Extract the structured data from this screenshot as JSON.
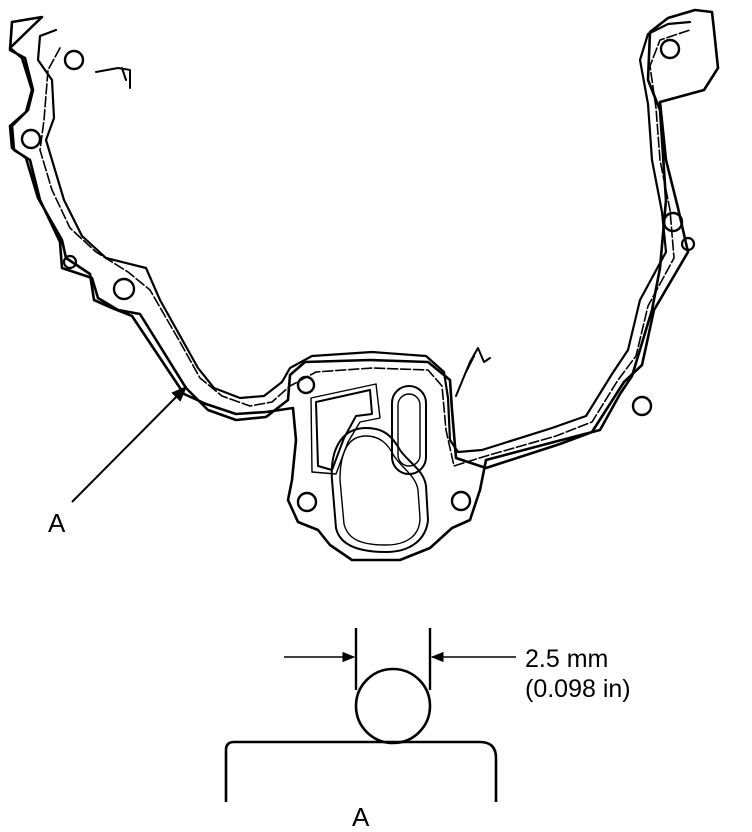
{
  "labels": {
    "top_callout": "A",
    "bottom_callout": "A"
  },
  "dimension": {
    "metric": "2.5 mm",
    "imperial": "(0.098 in)"
  },
  "colors": {
    "line": "#000000",
    "background": "#ffffff"
  }
}
